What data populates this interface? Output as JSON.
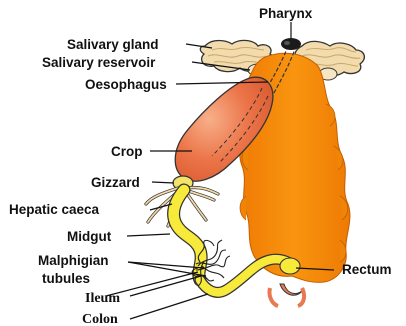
{
  "diagram": {
    "labels": {
      "pharynx": "Pharynx",
      "salivary_gland": "Salivary gland",
      "salivary_reservoir": "Salivary reservoir",
      "oesophagus": "Oesophagus",
      "crop": "Crop",
      "gizzard": "Gizzard",
      "hepatic_caeca": "Hepatic caeca",
      "midgut": "Midgut",
      "malphigian_tubules_line1": "Malphigian",
      "malphigian_tubules_line2": "tubules",
      "ileum": "Ileum",
      "colon": "Colon",
      "rectum": "Rectum"
    },
    "colors": {
      "body_fill": "#f58a0c",
      "crop_fill": "#e8653a",
      "midgut_fill": "#f7ea3a",
      "salivary_fill": "#f2dcae",
      "caeca_stroke": "#e0b56a",
      "outline": "#333333",
      "rectum_fill": "#e87a52"
    }
  }
}
